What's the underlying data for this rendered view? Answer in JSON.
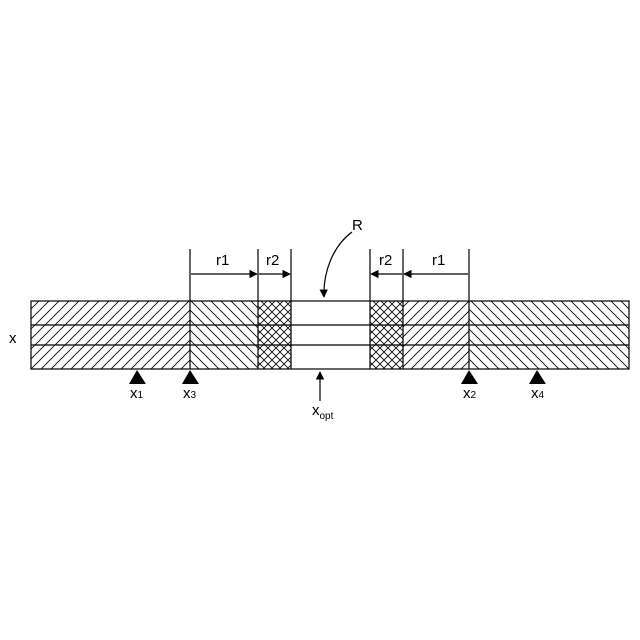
{
  "diagram": {
    "axis_label": "x",
    "region_label": "R",
    "dims": {
      "left_r1": "r1",
      "left_r2": "r2",
      "right_r2": "r2",
      "right_r1": "r1"
    },
    "markers": {
      "x1": {
        "main": "x",
        "sub": "1"
      },
      "x3": {
        "main": "x",
        "sub": "3"
      },
      "x2": {
        "main": "x",
        "sub": "2"
      },
      "x4": {
        "main": "x",
        "sub": "4"
      }
    },
    "optimum": {
      "main": "x",
      "sub": "opt"
    }
  }
}
